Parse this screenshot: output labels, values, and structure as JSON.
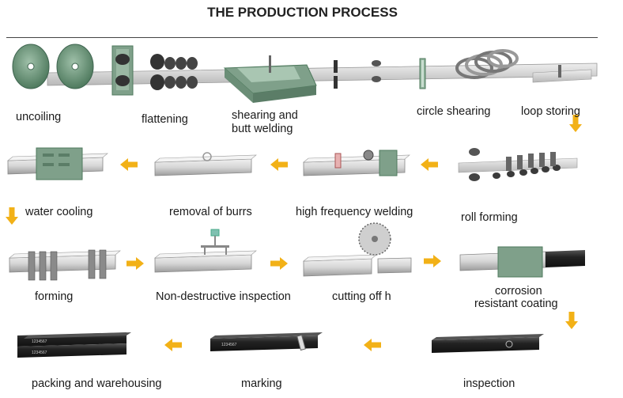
{
  "title": "THE PRODUCTION PROCESS",
  "colors": {
    "steel_light": "#e2e2e2",
    "steel_mid": "#c4c4c4",
    "steel_dark": "#8a8a8a",
    "machine_green": "#7fa08a",
    "machine_green_dark": "#5b7d67",
    "pipe_black": "#2a2a2a",
    "arrow_orange": "#f2b117"
  },
  "icons": [
    "coil-icon",
    "roller-icon",
    "shear-weld-table-icon",
    "circle-shear-icon",
    "loop-coil-icon",
    "flow-arrow-icon"
  ],
  "steps": {
    "uncoiling": "uncoiling",
    "flattening": "flattening",
    "shearing_line1": "shearing and",
    "shearing_line2": "butt welding",
    "circle_shearing": "circle shearing",
    "loop_storing": "loop storing",
    "water_cooling": "water cooling",
    "removal_of_burrs": "removal of burrs",
    "high_frequency_welding": "high frequency welding",
    "roll_forming": "roll forming",
    "forming": "forming",
    "non_destructive_inspection": "Non-destructive inspection",
    "cutting_off": "cutting off h",
    "corrosion_line1": "corrosion",
    "corrosion_line2": "resistant coating",
    "packing": "packing and warehousing",
    "marking": "marking",
    "inspection": "inspection"
  },
  "pipe_print": "1234567"
}
